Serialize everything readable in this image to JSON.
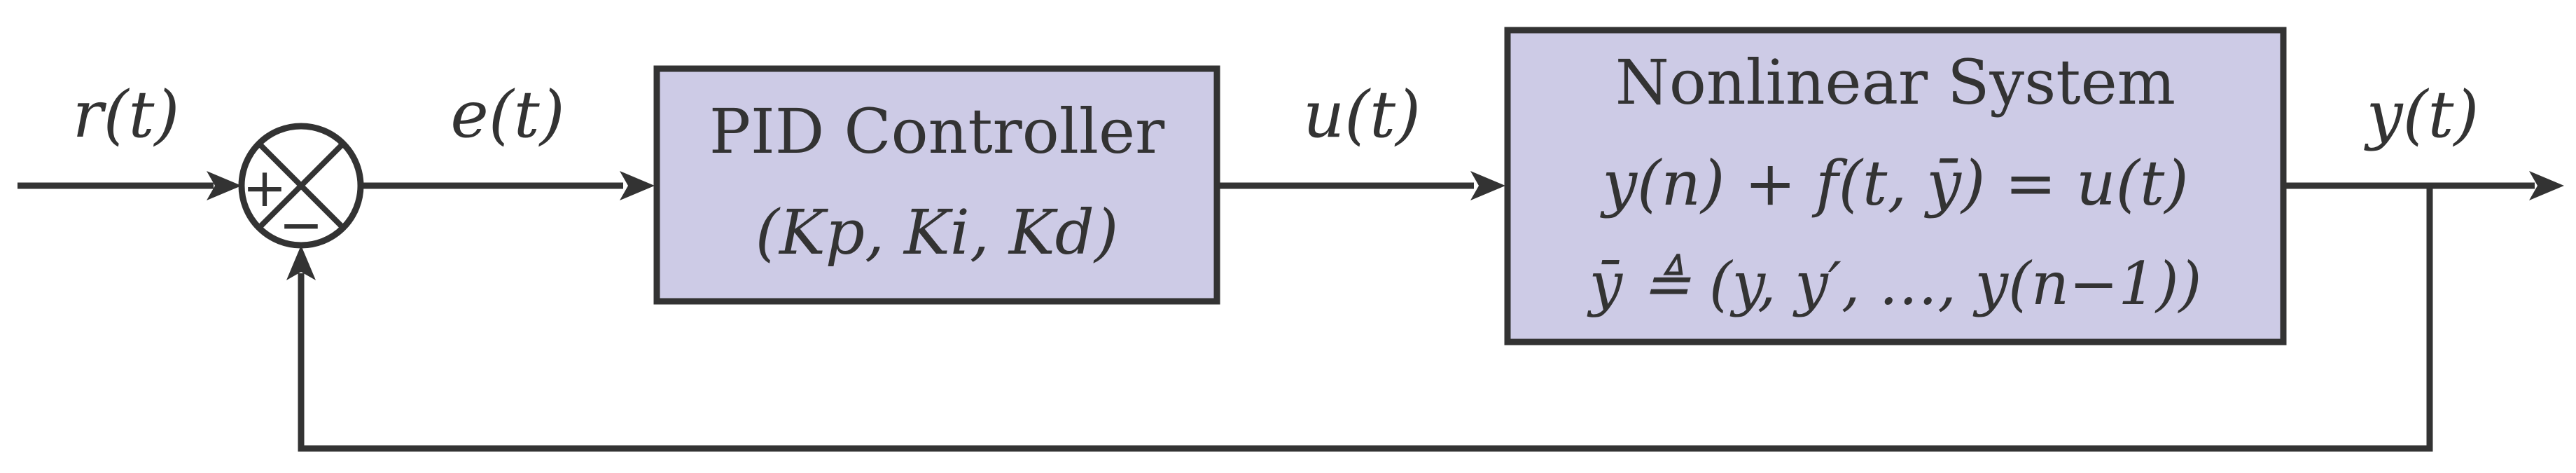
{
  "signals": {
    "reference": "r(t)",
    "error": "e(t)",
    "control": "u(t)",
    "output": "y(t)"
  },
  "summing_junction": {
    "plus_sign": "+",
    "minus_sign": "−"
  },
  "pid_block": {
    "title": "PID Controller",
    "params": "(Kp, Ki, Kd)"
  },
  "plant_block": {
    "title": "Nonlinear System",
    "equation": "y(n) + f(t, ȳ) = u(t)",
    "state_def": "ȳ ≜ (y, y′, …, y(n−1))"
  },
  "colors": {
    "block_fill": "#cdcbe6",
    "line": "#333333"
  }
}
